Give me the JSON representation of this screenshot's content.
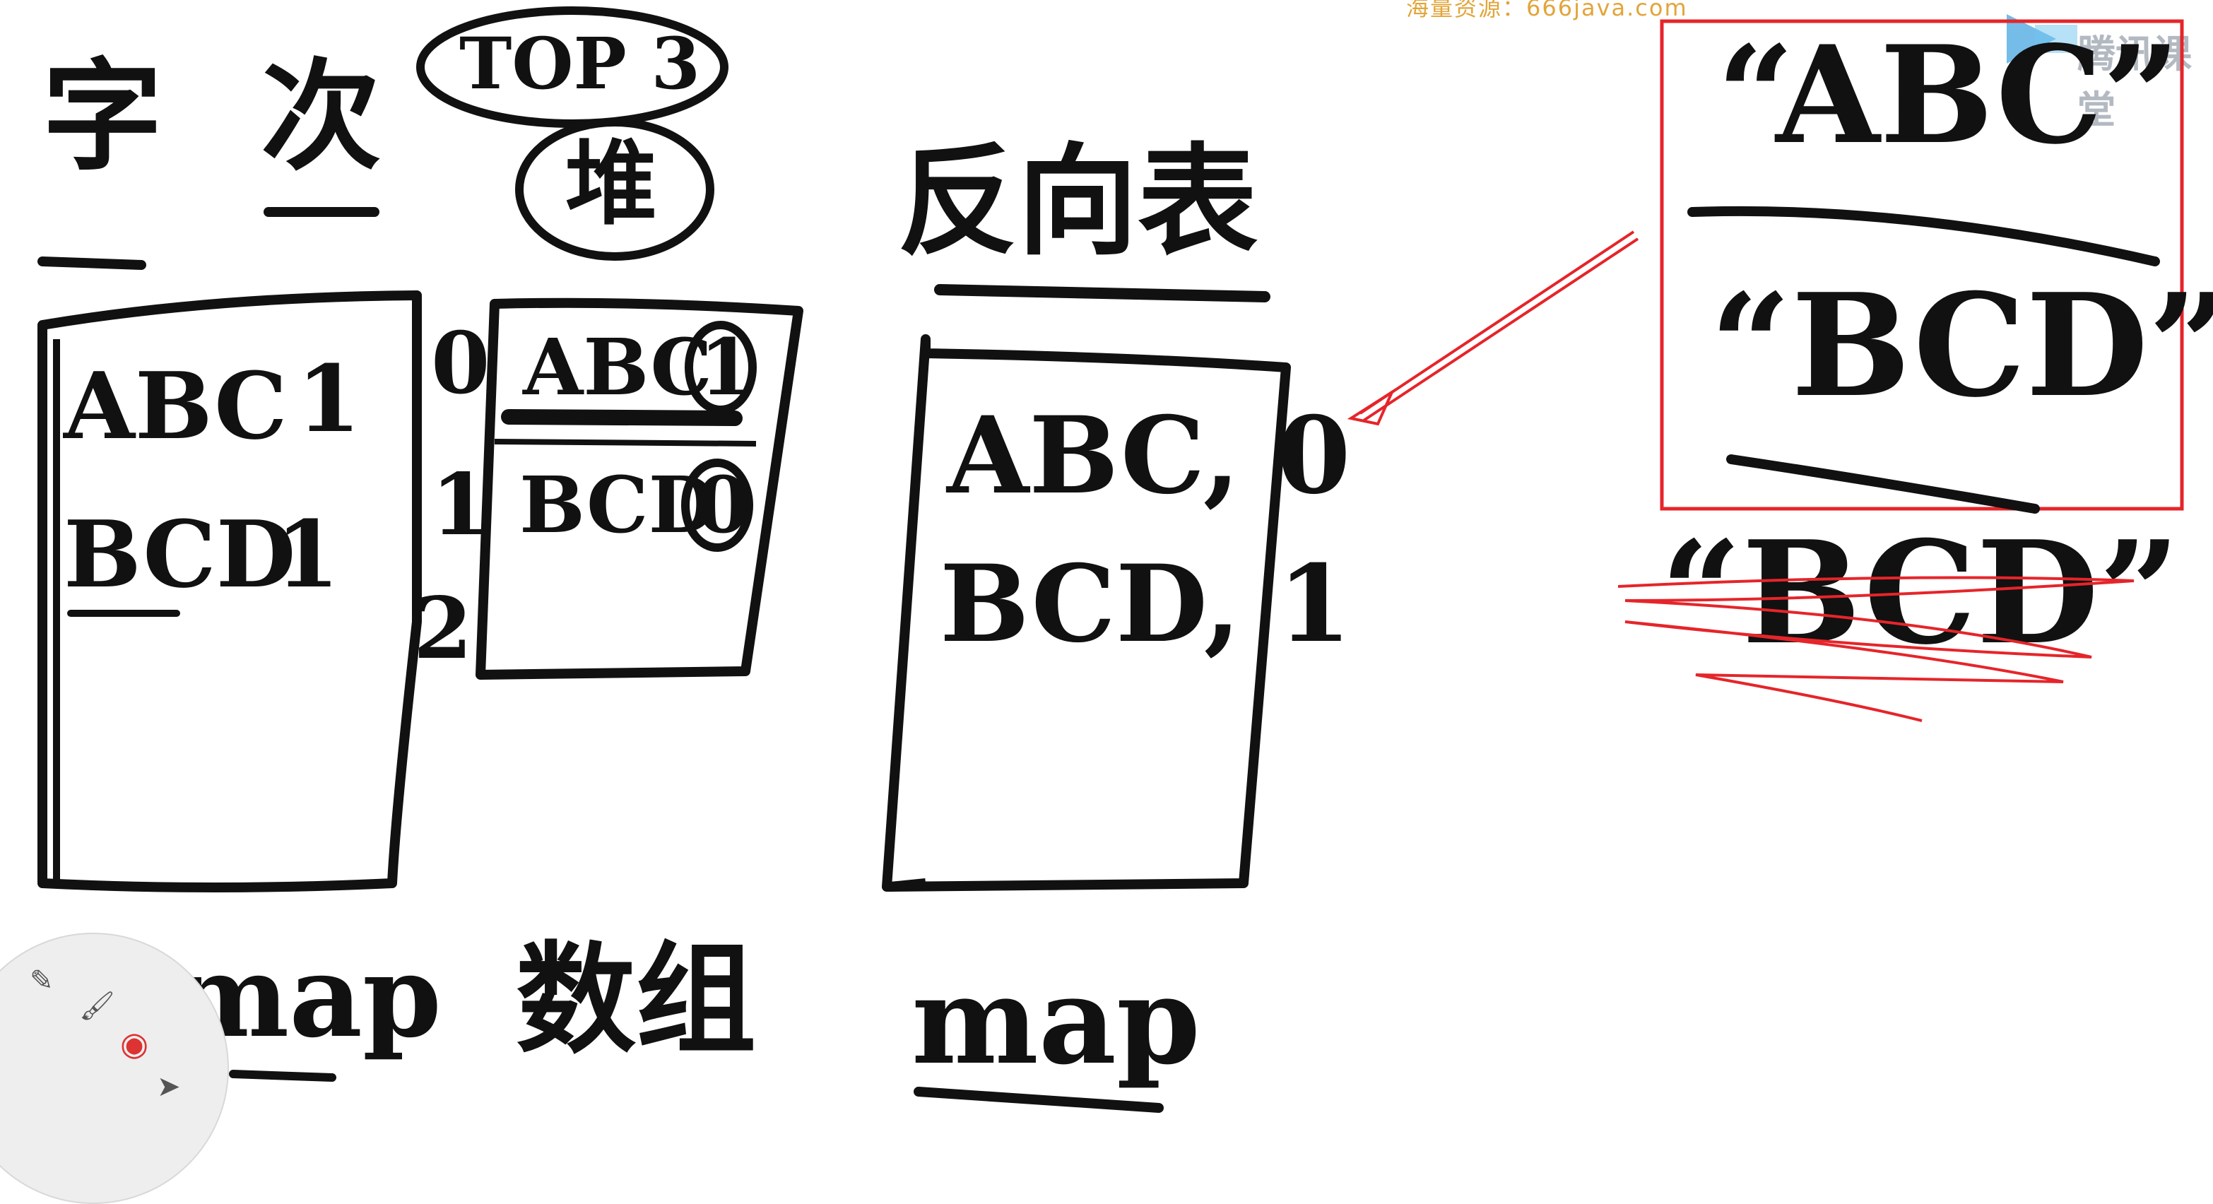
{
  "watermark": "海量资源：666java.com",
  "logo_text": "腾讯课堂",
  "left_section": {
    "title": "字 次",
    "rows": [
      {
        "key": "ABC",
        "value": "1"
      },
      {
        "key": "BCD",
        "value": "1"
      }
    ],
    "caption": "map"
  },
  "middle_section": {
    "badge_top": "TOP 3",
    "badge_bottom": "堆",
    "indices": [
      "0",
      "1",
      "2"
    ],
    "rows": [
      {
        "key": "ABC",
        "value": "1"
      },
      {
        "key": "BCD",
        "value": "0"
      }
    ],
    "caption": "数组"
  },
  "right_section": {
    "title": "反向表",
    "rows": [
      {
        "text": "ABC, 0"
      },
      {
        "text": "BCD, 1"
      }
    ],
    "caption": "map"
  },
  "highlight_box": {
    "items": [
      "“ABC”",
      "“BCD”"
    ]
  },
  "struck_item": "“BCD”",
  "colors": {
    "annotation": "#e5252a",
    "ink": "#111111",
    "watermark": "#e2a53a"
  },
  "toolbar": {
    "icons": [
      "pen-icon",
      "brush-icon",
      "color-wheel-icon",
      "pointer-icon"
    ]
  }
}
